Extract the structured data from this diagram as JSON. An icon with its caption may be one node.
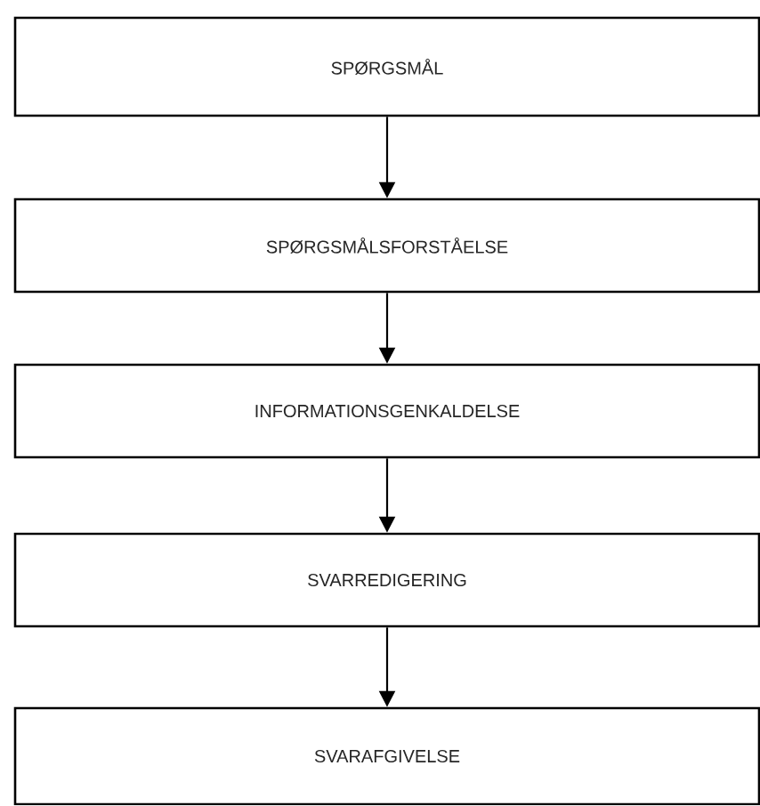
{
  "diagram": {
    "nodes": [
      {
        "text": [
          "SPØRGSMÅL"
        ]
      },
      {
        "text": [
          "SPØRGSMÅLSFORSTÅELSE"
        ]
      },
      {
        "text": [
          "INFORMATIONSGENKALDELSE"
        ]
      },
      {
        "text": [
          "SVARREDIGERING"
        ]
      },
      {
        "text": [
          "SVARAFGIVELSE"
        ]
      }
    ],
    "edges": [
      {
        "from": 0,
        "to": 1,
        "arrow": "to"
      },
      {
        "from": 1,
        "to": 2,
        "arrow": "to"
      },
      {
        "from": 2,
        "to": 3,
        "arrow": "to"
      },
      {
        "from": 3,
        "to": 4,
        "arrow": "to"
      }
    ]
  }
}
